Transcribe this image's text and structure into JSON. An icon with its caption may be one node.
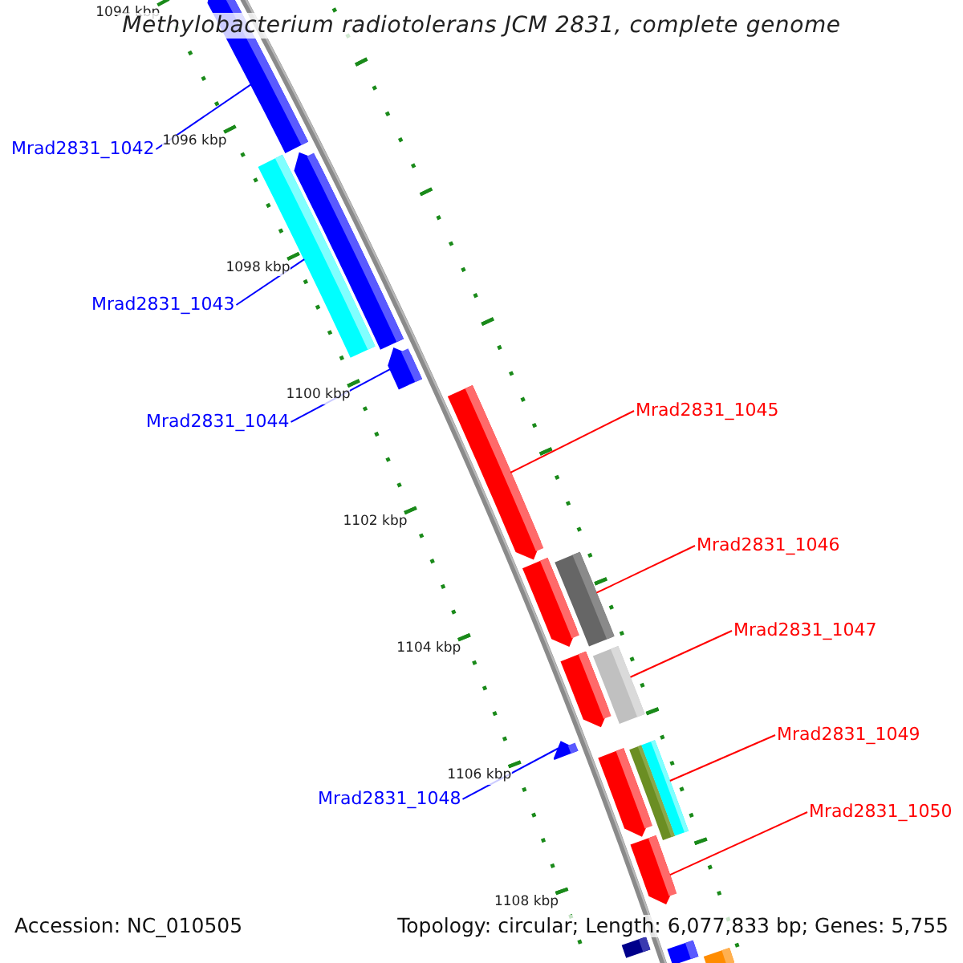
{
  "diagram": {
    "title": "Methylobacterium radiotolerans JCM 2831, complete genome",
    "nodes": [
      {
        "text": [
          "Mrad2831_1042"
        ]
      },
      {
        "text": [
          "Mrad2831_1043"
        ]
      },
      {
        "text": [
          "Mrad2831_1044"
        ]
      },
      {
        "text": [
          "Mrad2831_1045"
        ]
      },
      {
        "text": [
          "Mrad2831_1046"
        ]
      },
      {
        "text": [
          "Mrad2831_1047"
        ]
      },
      {
        "text": [
          "Mrad2831_1049"
        ]
      },
      {
        "text": [
          "Mrad2831_1048"
        ]
      },
      {
        "text": [
          "Mrad2831_1050"
        ]
      },
      {
        "text": [],
        "shape": "bar"
      },
      {
        "text": [],
        "shape": "bar"
      },
      {
        "text": [],
        "shape": "bar"
      },
      {
        "text": [],
        "shape": "bar"
      },
      {
        "text": [],
        "shape": "bar"
      },
      {
        "text": [],
        "shape": "bar"
      },
      {
        "text": [],
        "shape": "bar"
      },
      {
        "text": [],
        "shape": "bar"
      },
      {
        "text": [],
        "shape": "bar"
      },
      {
        "text": [],
        "shape": "bar"
      },
      {
        "text": [],
        "shape": "bar"
      },
      {
        "text": [],
        "shape": "bar"
      },
      {
        "text": [],
        "shape": "bar"
      },
      {
        "text": [],
        "shape": "bar"
      },
      {
        "text": [],
        "shape": "bar"
      },
      {
        "text": [],
        "shape": "bar"
      },
      {
        "text": [],
        "shape": "bar"
      }
    ],
    "edges": [
      {
        "from": 0,
        "to": 9,
        "arrow": "none",
        "color": "#0000ff"
      },
      {
        "from": 1,
        "to": 10,
        "arrow": "none",
        "color": "#0000ff"
      },
      {
        "from": 2,
        "to": 12,
        "arrow": "none",
        "color": "#0000ff"
      },
      {
        "from": 3,
        "to": 13,
        "arrow": "none"
      },
      {
        "from": 4,
        "to": 15,
        "arrow": "none"
      },
      {
        "from": 5,
        "to": 17,
        "arrow": "none"
      },
      {
        "from": 6,
        "to": 21,
        "arrow": "none"
      },
      {
        "from": 7,
        "to": 18,
        "arrow": "none",
        "color": "#0000ff"
      },
      {
        "from": 8,
        "to": 22,
        "arrow": "none"
      }
    ],
    "labels": [
      "1094 kbp",
      "1096 kbp",
      "1098 kbp",
      "1100 kbp",
      "1102 kbp",
      "1104 kbp",
      "1106 kbp",
      "1108 kbp",
      "Accession: NC_010505",
      "Topology: circular; Length: 6,077,833 bp; Genes: 5,755"
    ]
  }
}
